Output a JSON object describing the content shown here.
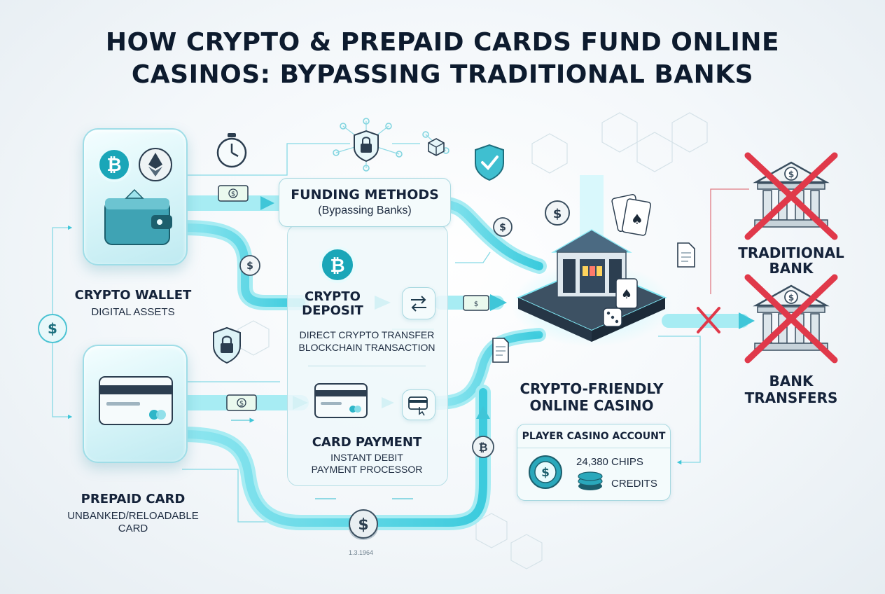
{
  "title": {
    "line1": "HOW CRYPTO & PREPAID CARDS FUND ONLINE",
    "line2": "CASINOS: BYPASSING TRADITIONAL BANKS"
  },
  "crypto_wallet": {
    "label": "CRYPTO WALLET",
    "sub": "DIGITAL ASSETS"
  },
  "prepaid_card": {
    "label": "PREPAID CARD",
    "sub1": "UNBANKED/RELOADABLE",
    "sub2": "CARD"
  },
  "funding": {
    "title": "FUNDING METHODS",
    "sub": "(Bypassing Banks)"
  },
  "crypto_deposit": {
    "label1": "CRYPTO",
    "label2": "DEPOSIT",
    "desc1": "DIRECT CRYPTO TRANSFER",
    "desc2": "BLOCKCHAIN TRANSACTION"
  },
  "card_payment": {
    "label": "CARD PAYMENT",
    "desc1": "INSTANT DEBIT",
    "desc2": "PAYMENT PROCESSOR"
  },
  "casino": {
    "label1": "CRYPTO-FRIENDLY",
    "label2": "ONLINE CASINO"
  },
  "player_account": {
    "title": "PLAYER CASINO ACCOUNT",
    "chips": "24,380 CHIPS",
    "credits": "CREDITS"
  },
  "traditional_bank": {
    "label1": "TRADITIONAL",
    "label2": "BANK"
  },
  "bank_transfers": {
    "label1": "BANK",
    "label2": "TRANSFERS"
  },
  "small_code": "1.3.1964",
  "icons": [
    "bitcoin-icon",
    "ethereum-icon",
    "wallet-icon",
    "stopwatch-icon",
    "lock-shield-icon",
    "check-shield-icon",
    "dollar-coin-icon",
    "cash-bill-icon",
    "swap-arrows-icon",
    "credit-card-icon",
    "card-tap-icon",
    "document-icon",
    "casino-building-icon",
    "playing-cards-icon",
    "dice-icon",
    "poker-chip-icon",
    "bank-building-icon",
    "red-x-icon"
  ],
  "colors": {
    "flow": "#5fd7e6",
    "flow_dark": "#27b8cc",
    "accent_text": "#15233a",
    "cross": "#e0394a",
    "card_bg": "#d6f4f8"
  }
}
